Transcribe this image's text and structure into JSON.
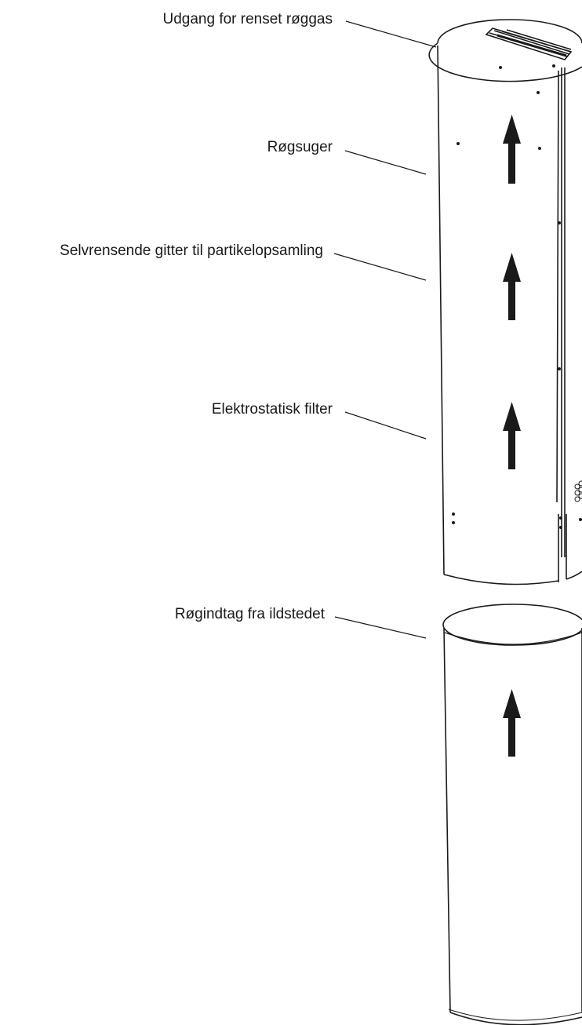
{
  "labels": {
    "outlet": "Udgang for renset røggas",
    "extractor": "Røgsuger",
    "grid": "Selvrensende gitter til partikelopsamling",
    "filter": "Elektrostatisk filter",
    "intake": "Røgindtag fra ildstedet"
  },
  "colors": {
    "stroke": "#1a1a1a",
    "fill": "#ffffff",
    "arrow": "#1a1a1a"
  }
}
